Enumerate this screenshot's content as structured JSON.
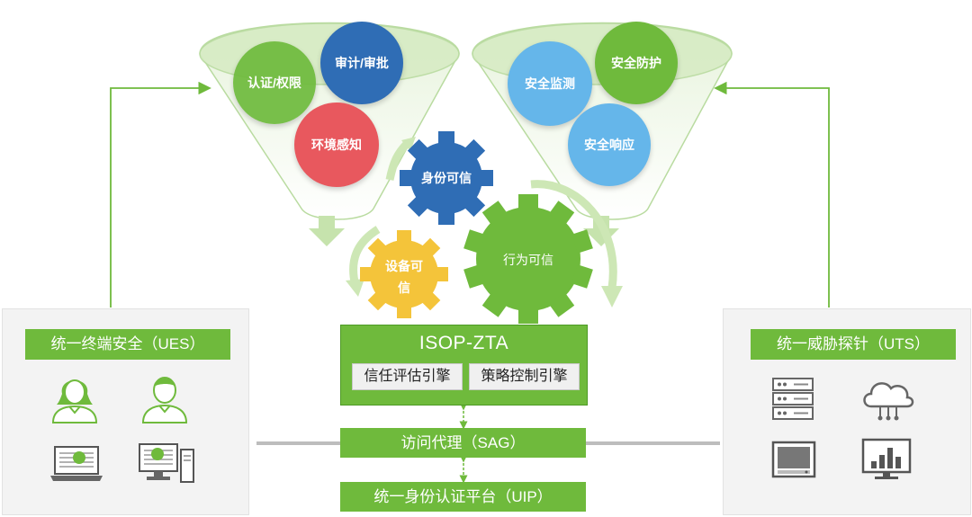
{
  "colors": {
    "brand_green": "#6fba3c",
    "dark_green": "#5a9e2f",
    "light_green": "#cde7b5",
    "blue": "#2f6db5",
    "light_blue": "#65b6ea",
    "red": "#e8585e",
    "yellow": "#f4c43a",
    "panel_gray": "#f3f3f3",
    "line_gray": "#bdbdbd"
  },
  "left_funnel": {
    "items": [
      "认证/权限",
      "审计/审批",
      "环境感知"
    ]
  },
  "right_funnel": {
    "items": [
      "安全监测",
      "安全防护",
      "安全响应"
    ]
  },
  "gears": {
    "identity": "身份可信",
    "device_line1": "设备可",
    "device_line2": "信",
    "behavior": "行为可信"
  },
  "center": {
    "title": "ISOP-ZTA",
    "engine_trust": "信任评估引擎",
    "engine_policy": "策略控制引擎",
    "access_proxy": "访问代理（SAG）",
    "identity_platform": "统一身份认证平台（UIP）"
  },
  "left_panel": {
    "title": "统一终端安全（UES）",
    "icons": [
      "female-user-icon",
      "male-user-icon",
      "laptop-icon",
      "desktop-icon"
    ]
  },
  "right_panel": {
    "title": "统一威胁探针（UTS）",
    "icons": [
      "server-rack-icon",
      "cloud-icon",
      "monitor-icon",
      "analytics-screen-icon"
    ]
  }
}
